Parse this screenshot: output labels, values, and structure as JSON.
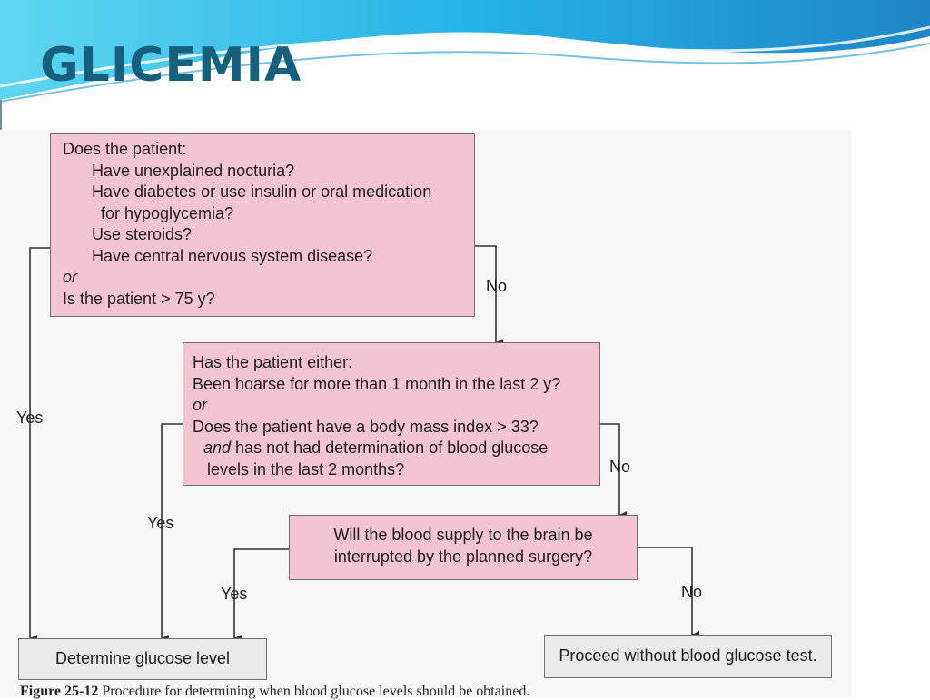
{
  "slide": {
    "title": "GLICEMIA"
  },
  "q1": {
    "intro": "Does the patient:",
    "items": [
      "Have unexplained nocturia?",
      "Have diabetes or use insulin or oral medication",
      "for hypoglycemia?",
      "Use steroids?",
      "Have central nervous system disease?"
    ],
    "or": "or",
    "age": "Is the patient > 75 y?"
  },
  "q2": {
    "intro": "Has the patient either:",
    "hoarse": "Been hoarse for more than 1 month in the last 2 y?",
    "or": "or",
    "bmi": "Does the patient have a body mass index > 33?",
    "and_word": "and",
    "and_rest": " has not had determination of blood glucose",
    "levels": "levels in the last 2 months?"
  },
  "q3": {
    "line1": "Will the blood supply to the brain be",
    "line2": "interrupted by the planned surgery?"
  },
  "outcomes": {
    "determine": "Determine glucose level",
    "proceed": "Proceed without blood glucose test."
  },
  "labels": {
    "yes": "Yes",
    "no": "No"
  },
  "caption": {
    "fig": "Figure 25-12",
    "text": " Procedure for determining when blood glucose levels should be obtained."
  },
  "colors": {
    "title": "#17607d",
    "question_box": "#f4c4d0",
    "outcome_box": "#eaeaea",
    "wave_dark": "#1d7fc0",
    "wave_light": "#2fc4ea"
  }
}
